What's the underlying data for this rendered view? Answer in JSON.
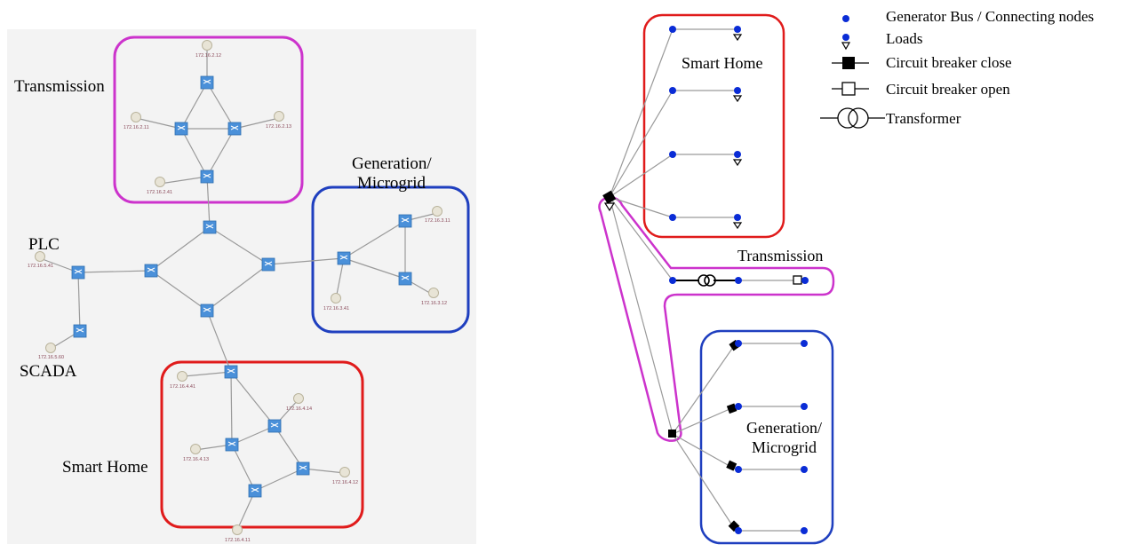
{
  "network": {
    "regions": {
      "transmission": "Transmission",
      "generation": "Generation/\nMicrogrid",
      "generation_line1": "Generation/",
      "generation_line2": "Microgrid",
      "smart_home": "Smart Home",
      "plc": "PLC",
      "scada": "SCADA"
    },
    "ips": {
      "t_top": "172.16.2.12",
      "t_left": "172.16.2.11",
      "t_right": "172.16.2.13",
      "t_bottom": "172.16.2.41",
      "g_top": "172.16.3.11",
      "g_bottom_right": "172.16.3.12",
      "g_bottom_left": "172.16.3.41",
      "plc": "172.16.5.41",
      "scada": "172.16.5.60",
      "h_top_left": "172.16.4.41",
      "h_right_top": "172.16.4.14",
      "h_left": "172.16.4.13",
      "h_right": "172.16.4.12",
      "h_bottom": "172.16.4.11"
    }
  },
  "power": {
    "regions": {
      "smart_home": "Smart Home",
      "transmission": "Transmission",
      "generation_line1": "Generation/",
      "generation_line2": "Microgrid"
    },
    "legend": {
      "generator_bus": "Generator Bus / Connecting nodes",
      "loads": "Loads",
      "cb_close": "Circuit breaker close",
      "cb_open": "Circuit breaker open",
      "transformer": "Transformer"
    }
  },
  "colors": {
    "transmission": "#cc33cc",
    "generation": "#1f3fbf",
    "smart_home": "#e01b1b",
    "bus": "#0a2cd6",
    "switch": "#4a90d9",
    "panel_bg": "#f3f3f3"
  }
}
